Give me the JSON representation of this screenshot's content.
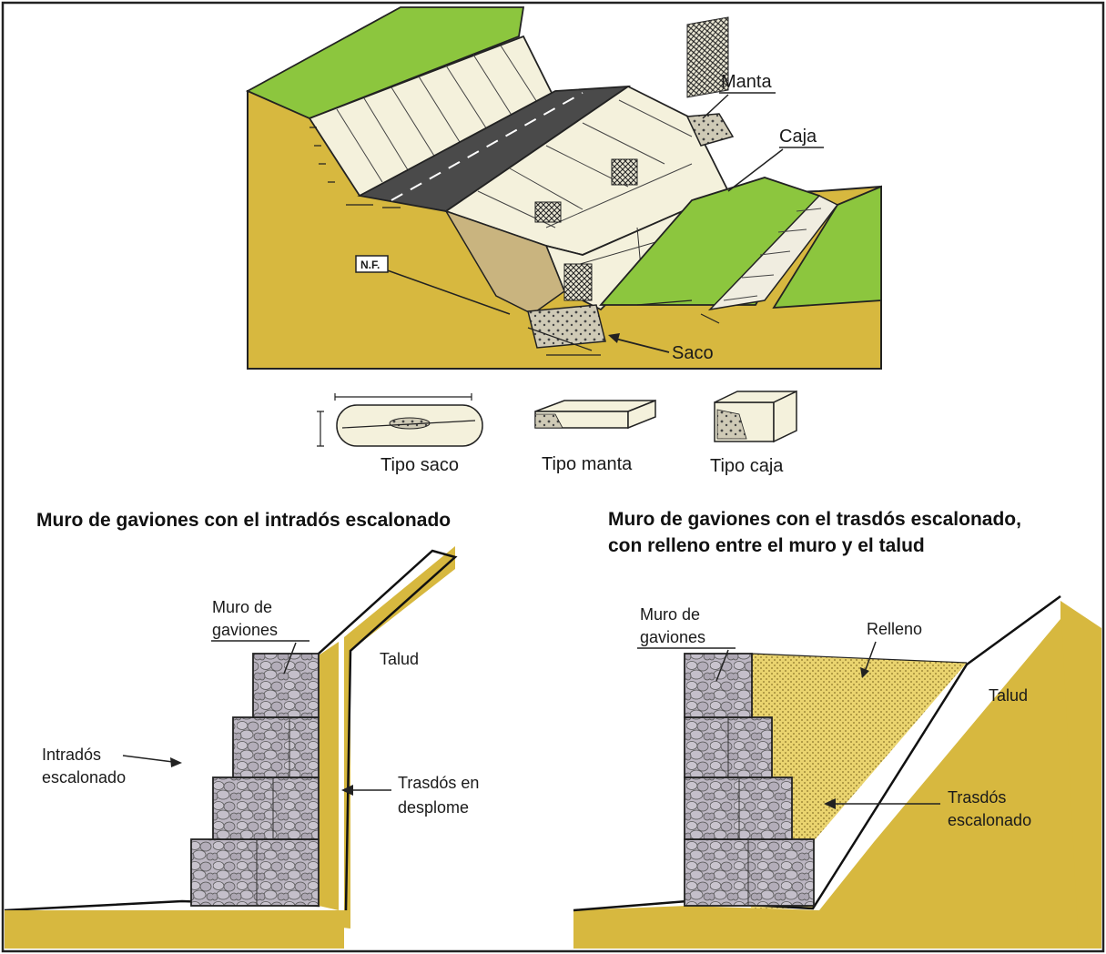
{
  "colors": {
    "soil": "#d7b83f",
    "grass": "#8cc63e",
    "road": "#4a4a4a",
    "concrete": "#f4f1dc",
    "gabion": "#bcb6c0",
    "gabion_dark": "#9a95a3",
    "fill": "#e8d270",
    "backfill": "#c9b47f",
    "frame": "#222222"
  },
  "top_diagram": {
    "label_manta": "Manta",
    "label_caja": "Caja",
    "label_nf": "N.F.",
    "label_saco": "Saco"
  },
  "types": {
    "saco": "Tipo saco",
    "manta": "Tipo manta",
    "caja": "Tipo caja"
  },
  "left_section": {
    "title": "Muro de gaviones con el intradós escalonado",
    "muro_line1": "Muro de",
    "muro_line2": "gaviones",
    "talud": "Talud",
    "intrados_line1": "Intradós",
    "intrados_line2": "escalonado",
    "trasdos_line1": "Trasdós en",
    "trasdos_line2": "desplome"
  },
  "right_section": {
    "title_line1": "Muro de gaviones con el trasdós escalonado,",
    "title_line2": "con relleno entre el muro y el talud",
    "muro_line1": "Muro de",
    "muro_line2": "gaviones",
    "relleno": "Relleno",
    "talud": "Talud",
    "trasdos_line1": "Trasdós",
    "trasdos_line2": "escalonado"
  }
}
